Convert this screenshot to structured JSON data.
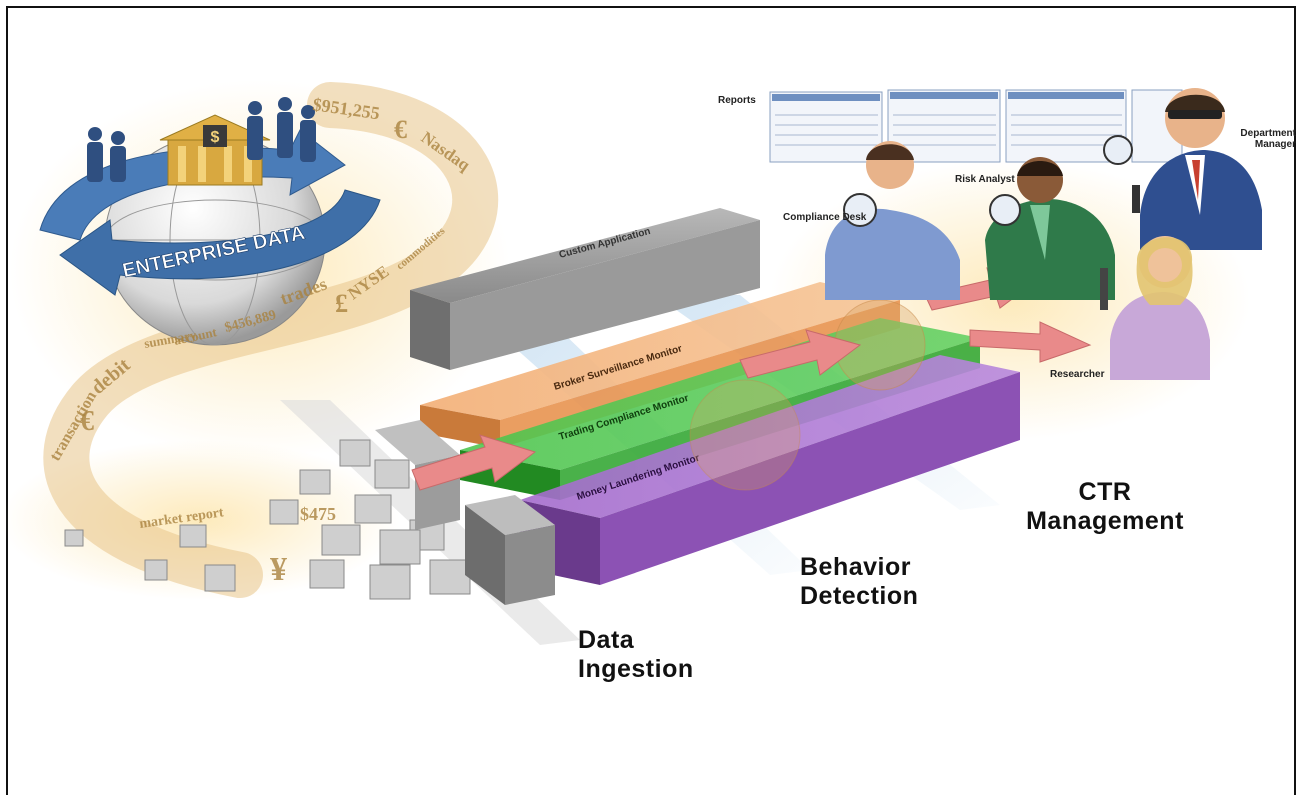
{
  "enterprise_label": "ENTERPRISE DATA",
  "data_stream_words": [
    "$951,255",
    "€",
    "Nasdaq",
    "trades",
    "£",
    "NYSE",
    "commodities",
    "$456,889",
    "account",
    "summary",
    "debit",
    "€",
    "transaction",
    "market report",
    "$475",
    "¥"
  ],
  "blocks": {
    "custom_application": "Custom Application",
    "broker_surveillance": "Broker Surveillance Monitor",
    "trading_compliance": "Trading Compliance Monitor",
    "money_laundering": "Money Laundering Monitor"
  },
  "stages": {
    "data_ingestion": [
      "Data",
      "Ingestion"
    ],
    "behavior_detection": [
      "Behavior",
      "Detection"
    ],
    "ctr_management": [
      "CTR",
      "Management"
    ]
  },
  "roles": {
    "reports": "Reports",
    "compliance_desk": "Compliance Desk",
    "risk_analyst": "Risk Analyst",
    "department_manager": [
      "Department",
      "Manager"
    ],
    "researcher": "Researcher"
  },
  "colors": {
    "orange_block": "#f0a868",
    "green_block": "#3cb43c",
    "purple_block": "#9a5ec0",
    "gray_block": "#8e8e8e",
    "arrow": "#e88080",
    "globe_arrow": "#3f6fa8",
    "stream": "#c8a060"
  }
}
